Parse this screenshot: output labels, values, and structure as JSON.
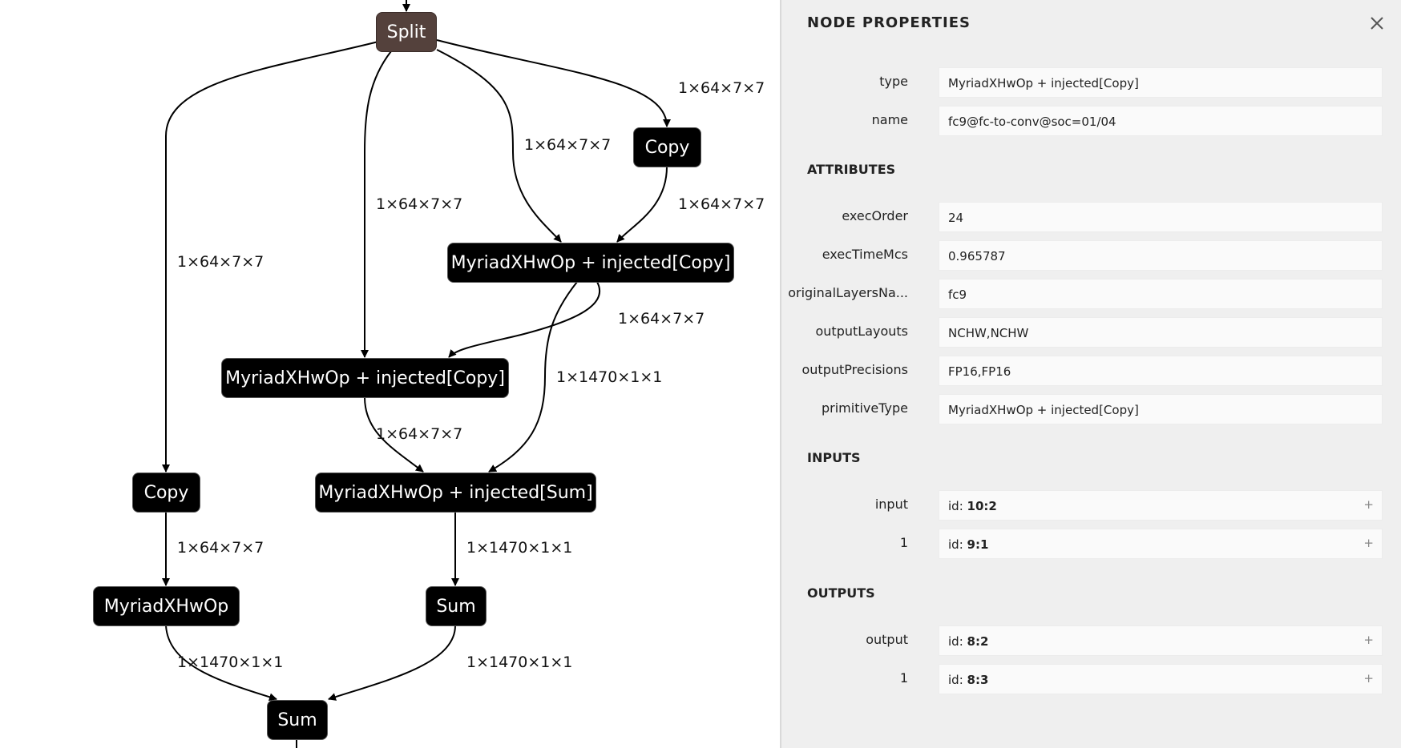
{
  "graph": {
    "nodes": {
      "split": "Split",
      "copy_top": "Copy",
      "myriad_copy_a": "MyriadXHwOp + injected[Copy]",
      "myriad_copy_b": "MyriadXHwOp + injected[Copy]",
      "copy_left": "Copy",
      "myriad_sum": "MyriadXHwOp + injected[Sum]",
      "myriad_left": "MyriadXHwOp",
      "sum_mid": "Sum",
      "sum_bottom": "Sum"
    },
    "edge_labels": {
      "split_to_copy_top": "1×64×7×7",
      "split_to_myriad_a": "1×64×7×7",
      "copy_top_to_myriad_a": "1×64×7×7",
      "split_to_myriad_b": "1×64×7×7",
      "split_to_copy_left": "1×64×7×7",
      "myriad_a_to_myriad_b": "1×64×7×7",
      "myriad_a_to_sum": "1×1470×1×1",
      "myriad_b_to_sum": "1×64×7×7",
      "copy_left_to_myriad_left": "1×64×7×7",
      "myriad_sum_to_sum_mid": "1×1470×1×1",
      "myriad_left_to_sum_bottom": "1×1470×1×1",
      "sum_mid_to_sum_bottom": "1×1470×1×1"
    }
  },
  "sidebar": {
    "title": "NODE PROPERTIES",
    "close_icon": "close-icon",
    "properties": [
      {
        "label": "type",
        "value": "MyriadXHwOp + injected[Copy]"
      },
      {
        "label": "name",
        "value": "fc9@fc-to-conv@soc=01/04"
      }
    ],
    "attributes_title": "ATTRIBUTES",
    "attributes": [
      {
        "label": "execOrder",
        "value": "24"
      },
      {
        "label": "execTimeMcs",
        "value": "0.965787"
      },
      {
        "label": "originalLayersNa...",
        "value": "fc9"
      },
      {
        "label": "outputLayouts",
        "value": "NCHW,NCHW"
      },
      {
        "label": "outputPrecisions",
        "value": "FP16,FP16"
      },
      {
        "label": "primitiveType",
        "value": "MyriadXHwOp + injected[Copy]"
      }
    ],
    "inputs_title": "INPUTS",
    "inputs": [
      {
        "label": "input",
        "prefix": "id: ",
        "id": "10:2",
        "expand": "+"
      },
      {
        "label": "1",
        "prefix": "id: ",
        "id": "9:1",
        "expand": "+"
      }
    ],
    "outputs_title": "OUTPUTS",
    "outputs": [
      {
        "label": "output",
        "prefix": "id: ",
        "id": "8:2",
        "expand": "+"
      },
      {
        "label": "1",
        "prefix": "id: ",
        "id": "8:3",
        "expand": "+"
      }
    ]
  }
}
